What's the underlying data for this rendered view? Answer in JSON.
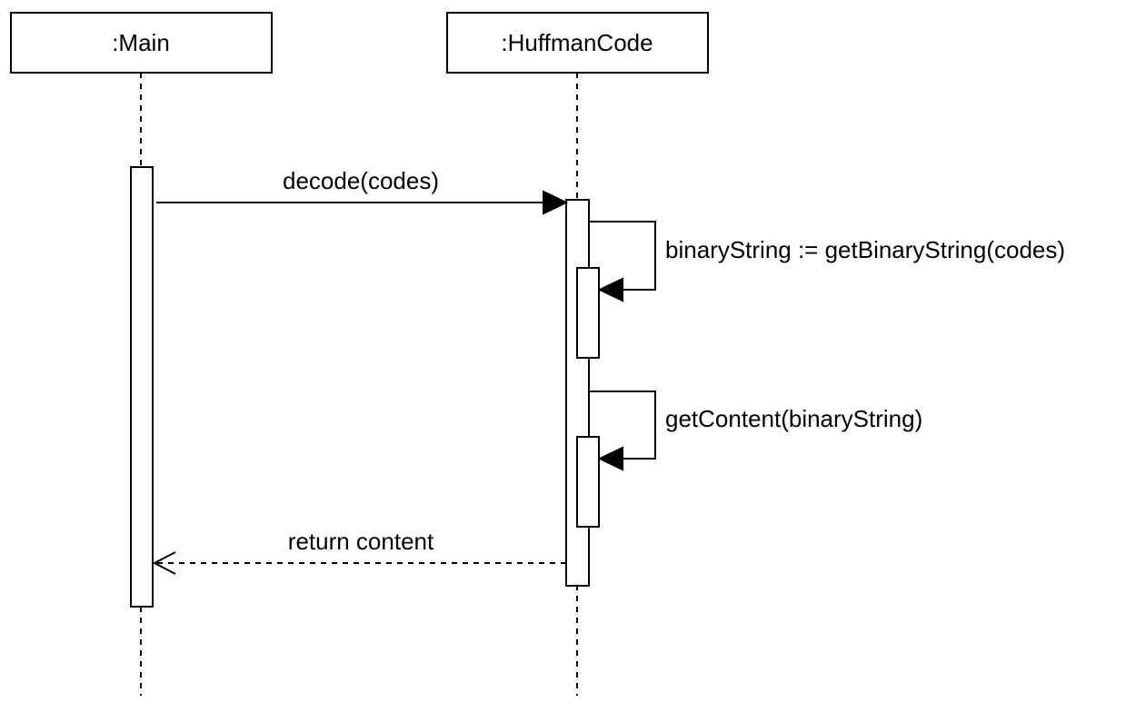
{
  "participants": [
    {
      "id": "main",
      "label": ":Main"
    },
    {
      "id": "huffman",
      "label": ":HuffmanCode"
    }
  ],
  "messages": [
    {
      "from": "main",
      "to": "huffman",
      "label": "decode(codes)",
      "kind": "sync"
    },
    {
      "from": "huffman",
      "to": "huffman",
      "label": "binaryString := getBinaryString(codes)",
      "kind": "self"
    },
    {
      "from": "huffman",
      "to": "huffman",
      "label": "getContent(binaryString)",
      "kind": "self"
    },
    {
      "from": "huffman",
      "to": "main",
      "label": "return content",
      "kind": "return"
    }
  ],
  "colors": {
    "stroke": "#000000",
    "fill": "#ffffff"
  }
}
